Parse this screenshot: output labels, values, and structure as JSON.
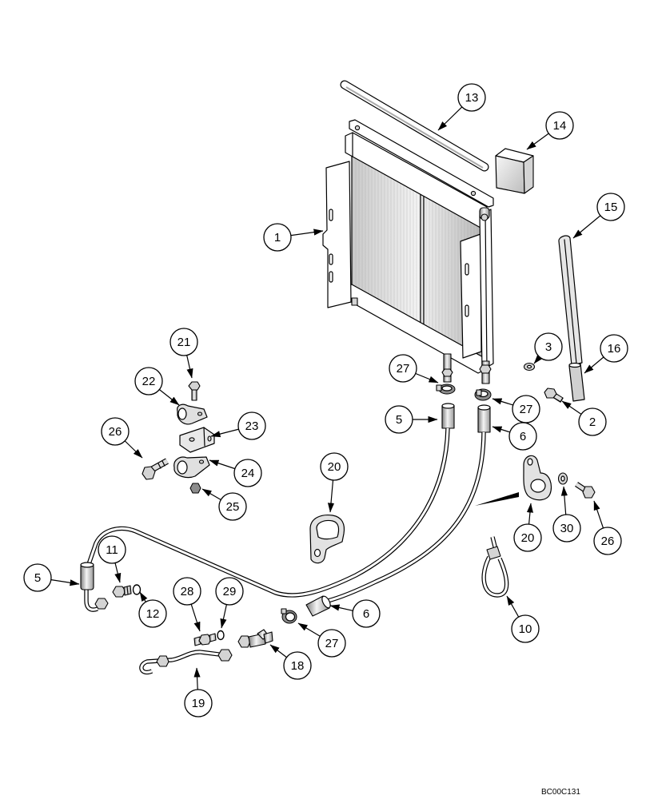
{
  "callouts": [
    "13",
    "14",
    "15",
    "1",
    "16",
    "3",
    "21",
    "22",
    "27",
    "27",
    "2",
    "5",
    "6",
    "23",
    "26",
    "24",
    "25",
    "20",
    "20",
    "30",
    "26",
    "11",
    "5",
    "12",
    "28",
    "29",
    "6",
    "27",
    "18",
    "10",
    "19"
  ],
  "figure_code": "BC00C131"
}
